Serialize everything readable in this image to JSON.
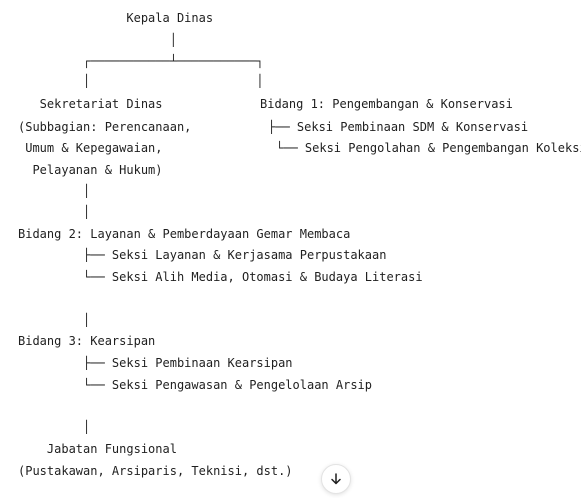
{
  "org_chart": {
    "lines": [
      {
        "x": 0,
        "y": 0,
        "text": "               Kepala Dinas"
      },
      {
        "x": 0,
        "y": 0,
        "text": "                     │"
      },
      {
        "x": 0,
        "y": 0,
        "text": "         ┌───────────┴───────────┐"
      },
      {
        "x": 0,
        "y": 0,
        "text": "         │                       │"
      },
      {
        "x": 0,
        "y": 0,
        "text": "   Sekretariat Dinas"
      },
      {
        "x": 0,
        "y": 0,
        "text": "Bidang 1: Pengembangan & Konservasi"
      },
      {
        "x": 0,
        "y": 0,
        "text": "(Subbagian: Perencanaan,"
      },
      {
        "x": 0,
        "y": 0,
        "text": "├── Seksi Pembinaan SDM & Konservasi"
      },
      {
        "x": 0,
        "y": 0,
        "text": " Umum & Kepegawaian,"
      },
      {
        "x": 0,
        "y": 0,
        "text": "└── Seksi Pengolahan & Pengembangan Koleksi"
      },
      {
        "x": 0,
        "y": 0,
        "text": "  Pelayanan & Hukum)"
      },
      {
        "x": 0,
        "y": 0,
        "text": "         │"
      },
      {
        "x": 0,
        "y": 0,
        "text": "         │"
      },
      {
        "x": 0,
        "y": 0,
        "text": "Bidang 2: Layanan & Pemberdayaan Gemar Membaca"
      },
      {
        "x": 0,
        "y": 0,
        "text": "         ├── Seksi Layanan & Kerjasama Perpustakaan"
      },
      {
        "x": 0,
        "y": 0,
        "text": "         └── Seksi Alih Media, Otomasi & Budaya Literasi"
      },
      {
        "x": 0,
        "y": 0,
        "text": "         │"
      },
      {
        "x": 0,
        "y": 0,
        "text": "Bidang 3: Kearsipan"
      },
      {
        "x": 0,
        "y": 0,
        "text": "         ├── Seksi Pembinaan Kearsipan"
      },
      {
        "x": 0,
        "y": 0,
        "text": "         └── Seksi Pengawasan & Pengelolaan Arsip"
      },
      {
        "x": 0,
        "y": 0,
        "text": "         │"
      },
      {
        "x": 0,
        "y": 0,
        "text": "    Jabatan Fungsional"
      },
      {
        "x": 0,
        "y": 0,
        "text": "(Pustakawan, Arsiparis, Teknisi, dst.)"
      }
    ]
  },
  "scroll_button": {
    "icon": "arrow-down-icon",
    "glyph": "↓"
  }
}
